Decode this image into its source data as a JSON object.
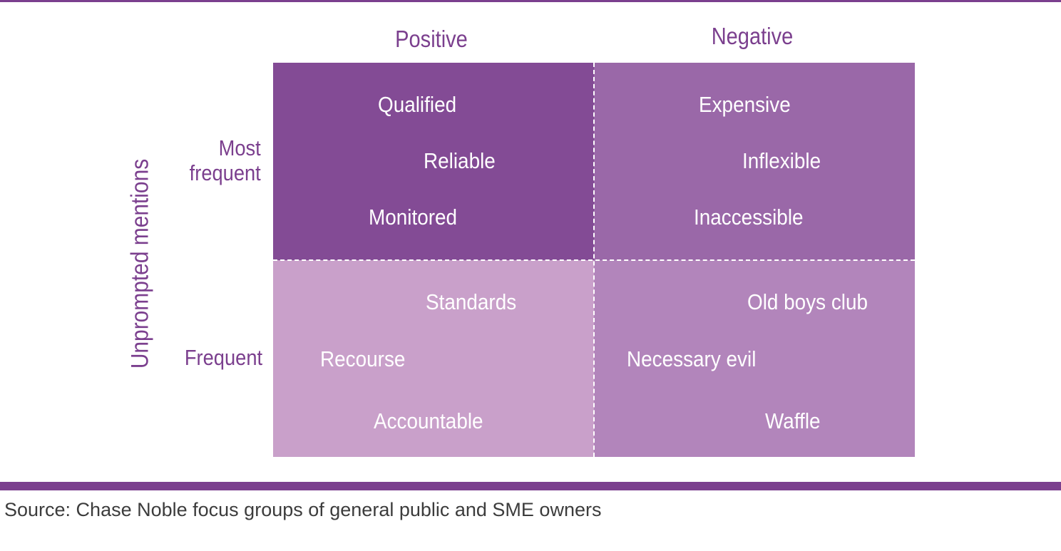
{
  "columns": {
    "positive": "Positive",
    "negative": "Negative"
  },
  "axis": {
    "label": "Unprompted mentions"
  },
  "rows": {
    "most_frequent_line1": "Most",
    "most_frequent_line2": "frequent",
    "frequent": "Frequent"
  },
  "quadrants": {
    "positive_most": [
      "Qualified",
      "Reliable",
      "Monitored"
    ],
    "negative_most": [
      "Expensive",
      "Inflexible",
      "Inaccessible"
    ],
    "positive_frequent": [
      "Standards",
      "Recourse",
      "Accountable"
    ],
    "negative_frequent": [
      "Old boys club",
      "Necessary evil",
      "Waffle"
    ]
  },
  "colors": {
    "brand_purple": "#7b3f8e",
    "positive_most": "#834b95",
    "negative_most": "#9a68a8",
    "positive_frequent": "#c9a0ca",
    "negative_frequent": "#b285bb"
  },
  "source": "Source: Chase Noble focus groups of general public and SME owners"
}
